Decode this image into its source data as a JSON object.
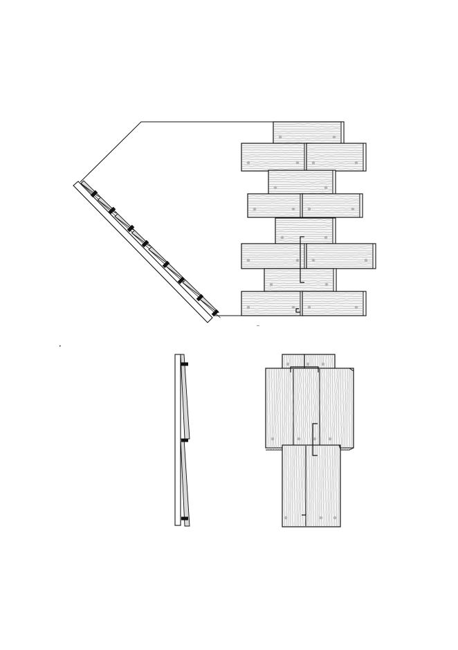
{
  "colors": {
    "background": "#ffffff",
    "line": "#111111",
    "board_fill": "#f4f4f4",
    "grain": "#9a9a9a",
    "nail": "#b5b5b5",
    "slat_fill": "#d9d9d9"
  },
  "icons": [
    "wood-grain-pattern",
    "nail-dot",
    "clip-bracket"
  ]
}
